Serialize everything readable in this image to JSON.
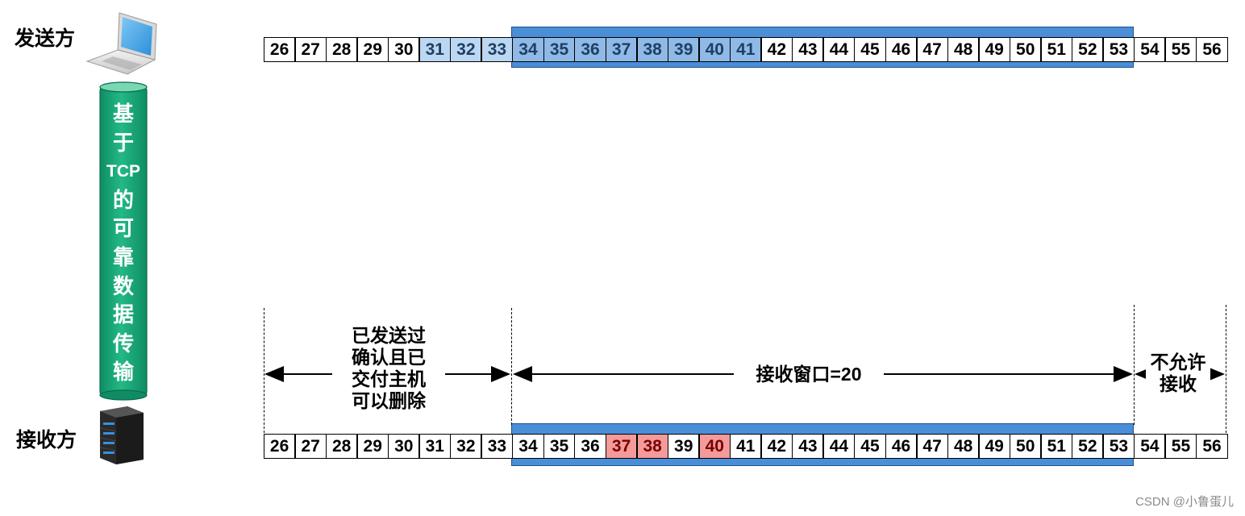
{
  "sender_label": "发送方",
  "receiver_label": "接收方",
  "channel_chars": [
    "基",
    "于",
    "TCP",
    "的",
    "可",
    "靠",
    "数",
    "据",
    "传",
    "输"
  ],
  "sequence_numbers": [
    "26",
    "27",
    "28",
    "29",
    "30",
    "31",
    "32",
    "33",
    "34",
    "35",
    "36",
    "37",
    "38",
    "39",
    "40",
    "41",
    "42",
    "43",
    "44",
    "45",
    "46",
    "47",
    "48",
    "49",
    "50",
    "51",
    "52",
    "53",
    "54",
    "55",
    "56"
  ],
  "sender_row": {
    "light_cells": [
      "31",
      "32",
      "33"
    ],
    "window_filled_cells": [
      "34",
      "35",
      "36",
      "37",
      "38",
      "39",
      "40",
      "41"
    ],
    "window_start": "34",
    "window_end": "53"
  },
  "receiver_row": {
    "received_cells": [
      "37",
      "38",
      "40"
    ],
    "window_start": "34",
    "window_end": "53"
  },
  "annotations": {
    "acked_region": [
      "已发送过",
      "确认且已",
      "交付主机",
      "可以删除"
    ],
    "receive_window": "接收窗口=20",
    "not_allowed": [
      "不允许",
      "接收"
    ]
  },
  "colors": {
    "window_bar": "#4a8ed8",
    "sent_acked": "#bcd7f1",
    "in_window": "#8fb9e6",
    "received": "#f49a9a",
    "pipe": "#1aa57a"
  },
  "watermark": "CSDN @小鲁蛋儿"
}
